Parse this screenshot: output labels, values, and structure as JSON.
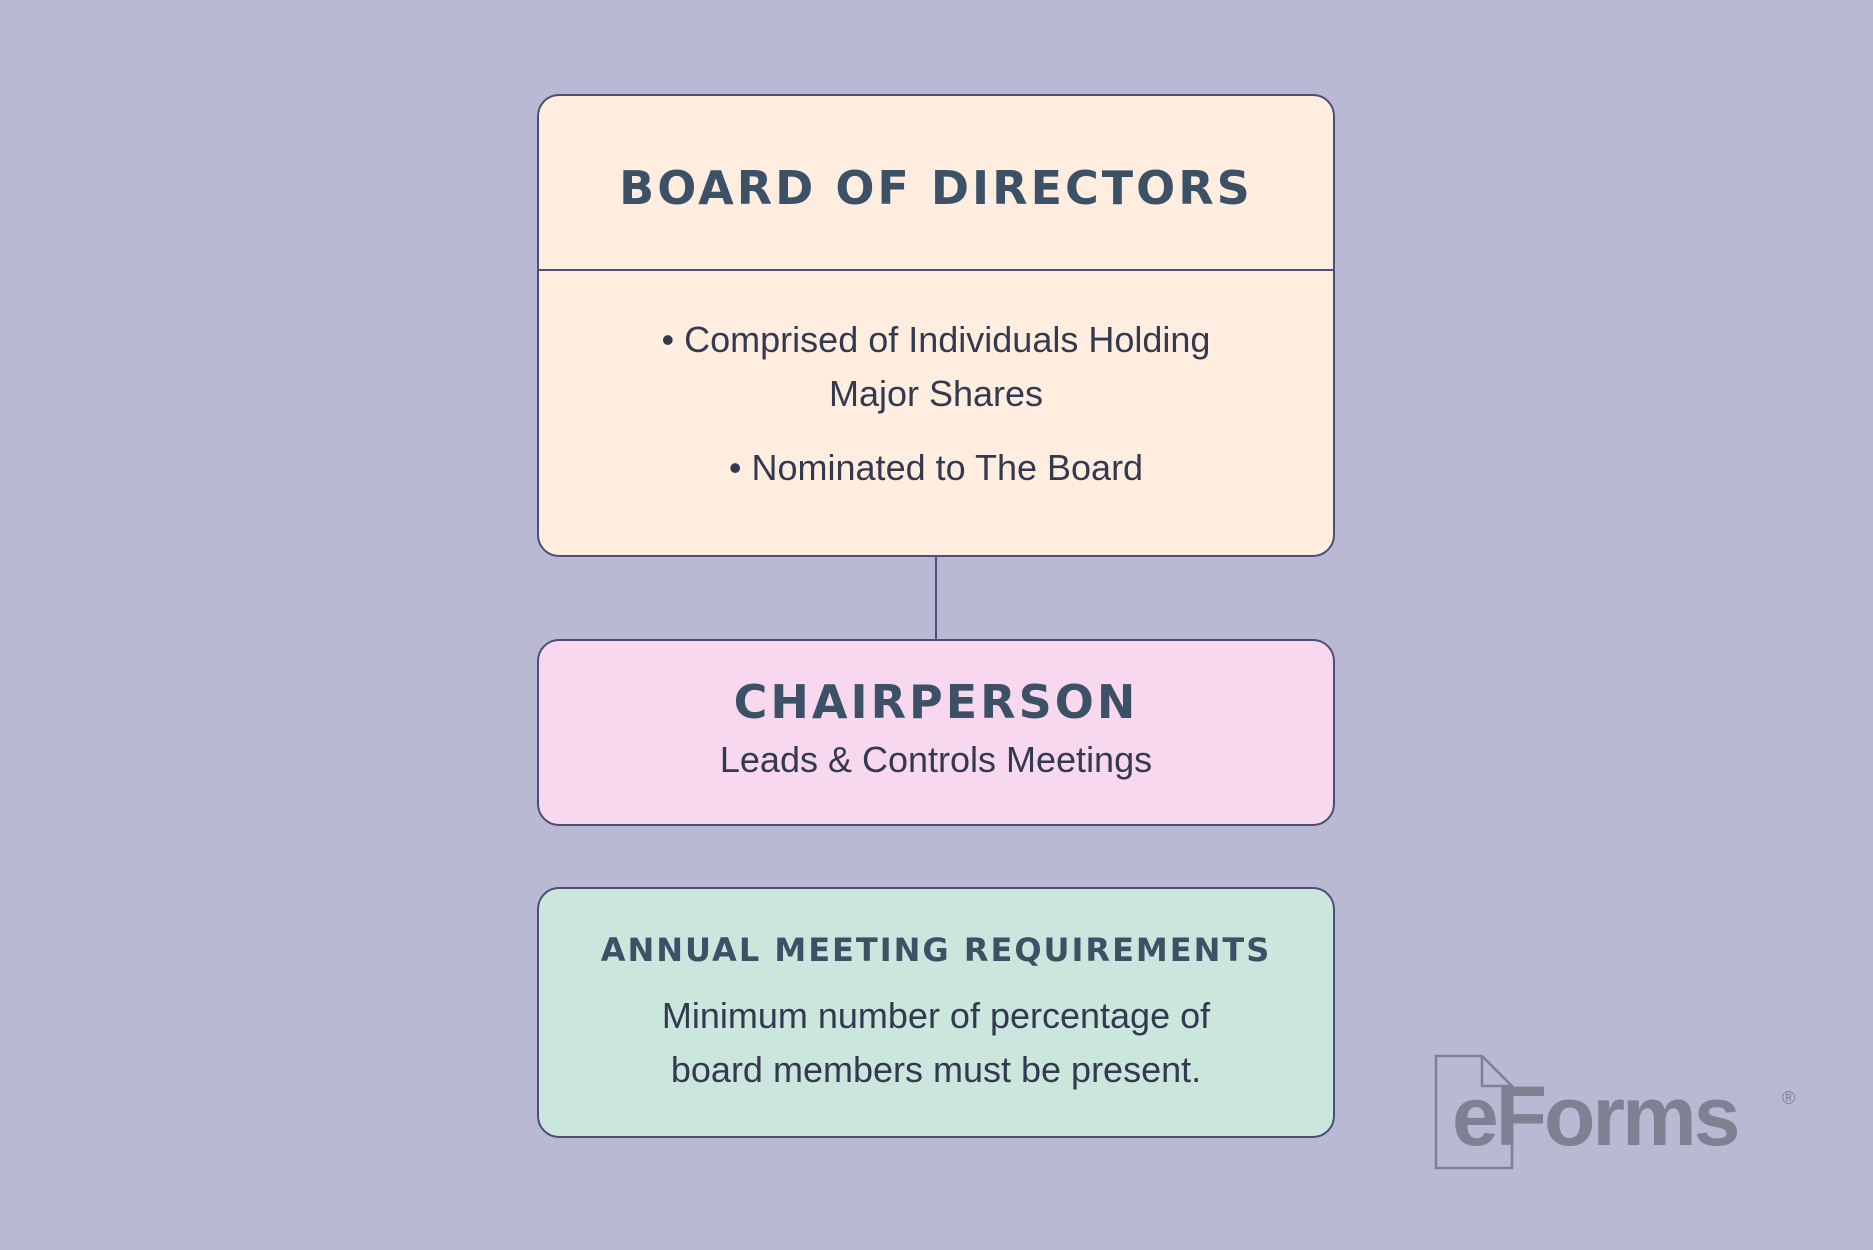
{
  "board": {
    "title": "BOARD OF DIRECTORS",
    "items": [
      "• Comprised of Individuals Holding Major Shares",
      "• Nominated to The Board"
    ]
  },
  "chairperson": {
    "title": "CHAIRPERSON",
    "subtitle": "Leads & Controls Meetings"
  },
  "annual": {
    "title": "ANNUAL MEETING REQUIREMENTS",
    "text": "Minimum number of percentage of board members must be present."
  },
  "logo": {
    "wordmark": "eForms",
    "registered": "®",
    "icon": "document-icon"
  },
  "colors": {
    "background": "#b9b9d3",
    "board": "#ffeee0",
    "chairperson": "#f7d8ef",
    "annual": "#cbe6dc",
    "border": "#4b4f77",
    "heading": "#3d5166"
  }
}
